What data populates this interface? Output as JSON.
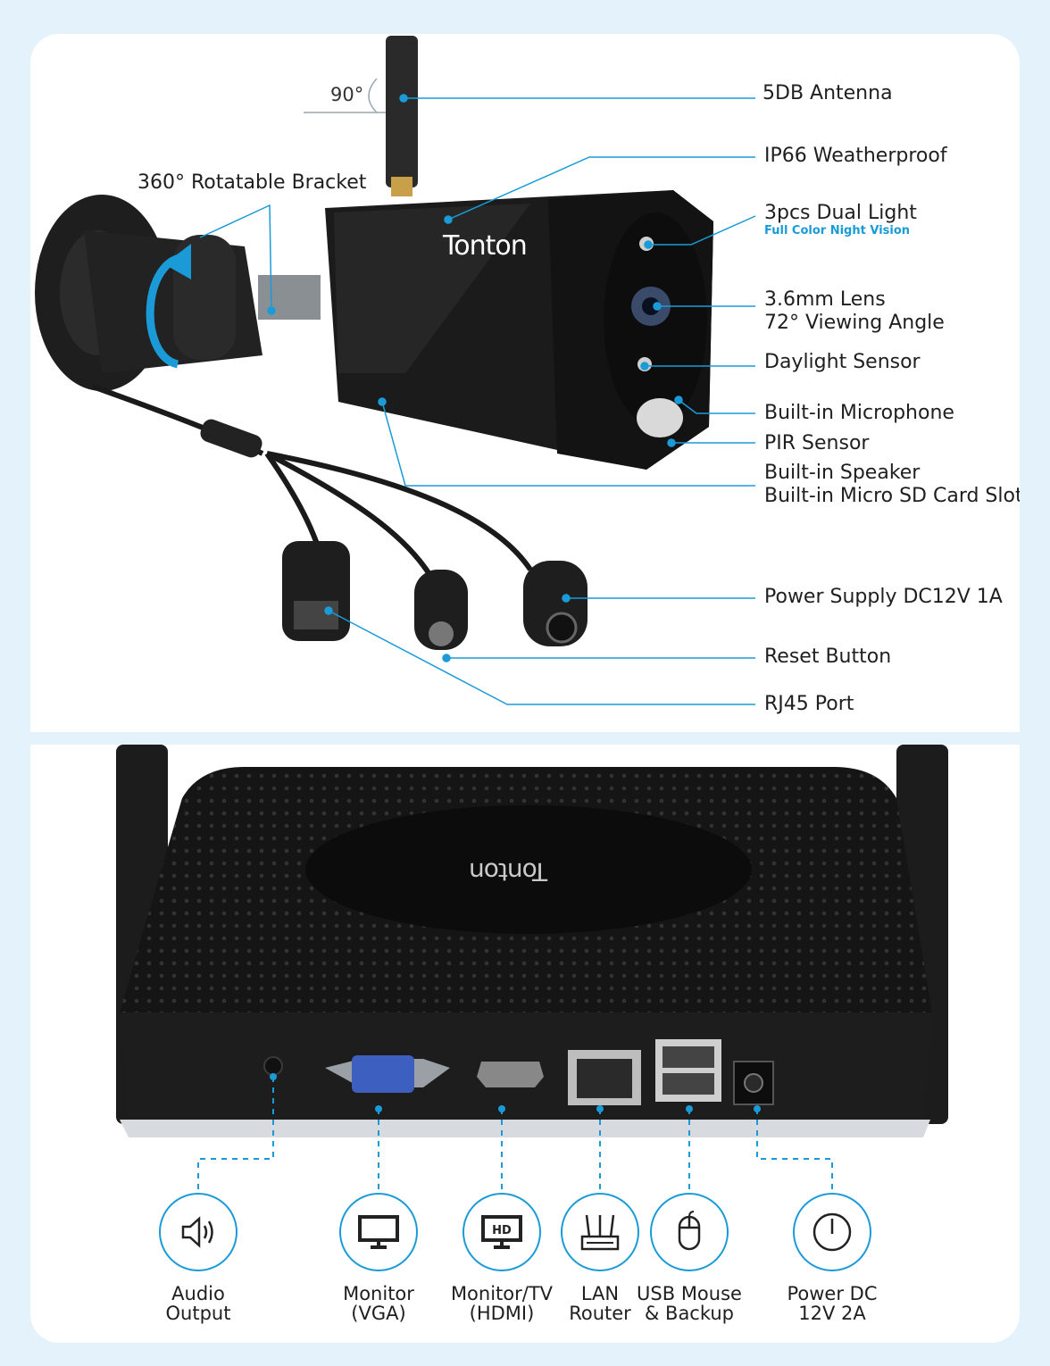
{
  "camera": {
    "brand": "Tonton",
    "angle": "90°",
    "bracket": "360° Rotatable Bracket",
    "callouts": [
      {
        "label": "5DB Antenna"
      },
      {
        "label": "IP66 Weatherproof"
      },
      {
        "label": "3pcs Dual Light",
        "sub": "Full Color Night Vision"
      },
      {
        "label": "3.6mm Lens",
        "line2": "72° Viewing Angle"
      },
      {
        "label": "Daylight Sensor"
      },
      {
        "label": "Built-in Microphone"
      },
      {
        "label": "PIR Sensor"
      },
      {
        "label": "Built-in Speaker",
        "line2": "Built-in Micro SD Card Slot"
      },
      {
        "label": "Power Supply DC12V 1A"
      },
      {
        "label": "Reset Button"
      },
      {
        "label": "RJ45 Port"
      }
    ]
  },
  "nvr": {
    "brand": "Tonton",
    "ports": [
      {
        "line1": "Audio",
        "line2": "Output",
        "icon": "speaker-icon"
      },
      {
        "line1": "Monitor",
        "line2": "(VGA)",
        "icon": "monitor-icon"
      },
      {
        "line1": "Monitor/TV",
        "line2": "(HDMI)",
        "icon": "hd-monitor-icon",
        "badge": "HD"
      },
      {
        "line1": "LAN",
        "line2": "Router",
        "icon": "router-icon"
      },
      {
        "line1": "USB Mouse",
        "line2": "& Backup",
        "icon": "mouse-icon"
      },
      {
        "line1": "Power DC",
        "line2": "12V 2A",
        "icon": "power-icon"
      }
    ]
  },
  "colors": {
    "accent": "#1a9bd7",
    "device": "#1b1b1b",
    "background": "#e3f2fb"
  }
}
